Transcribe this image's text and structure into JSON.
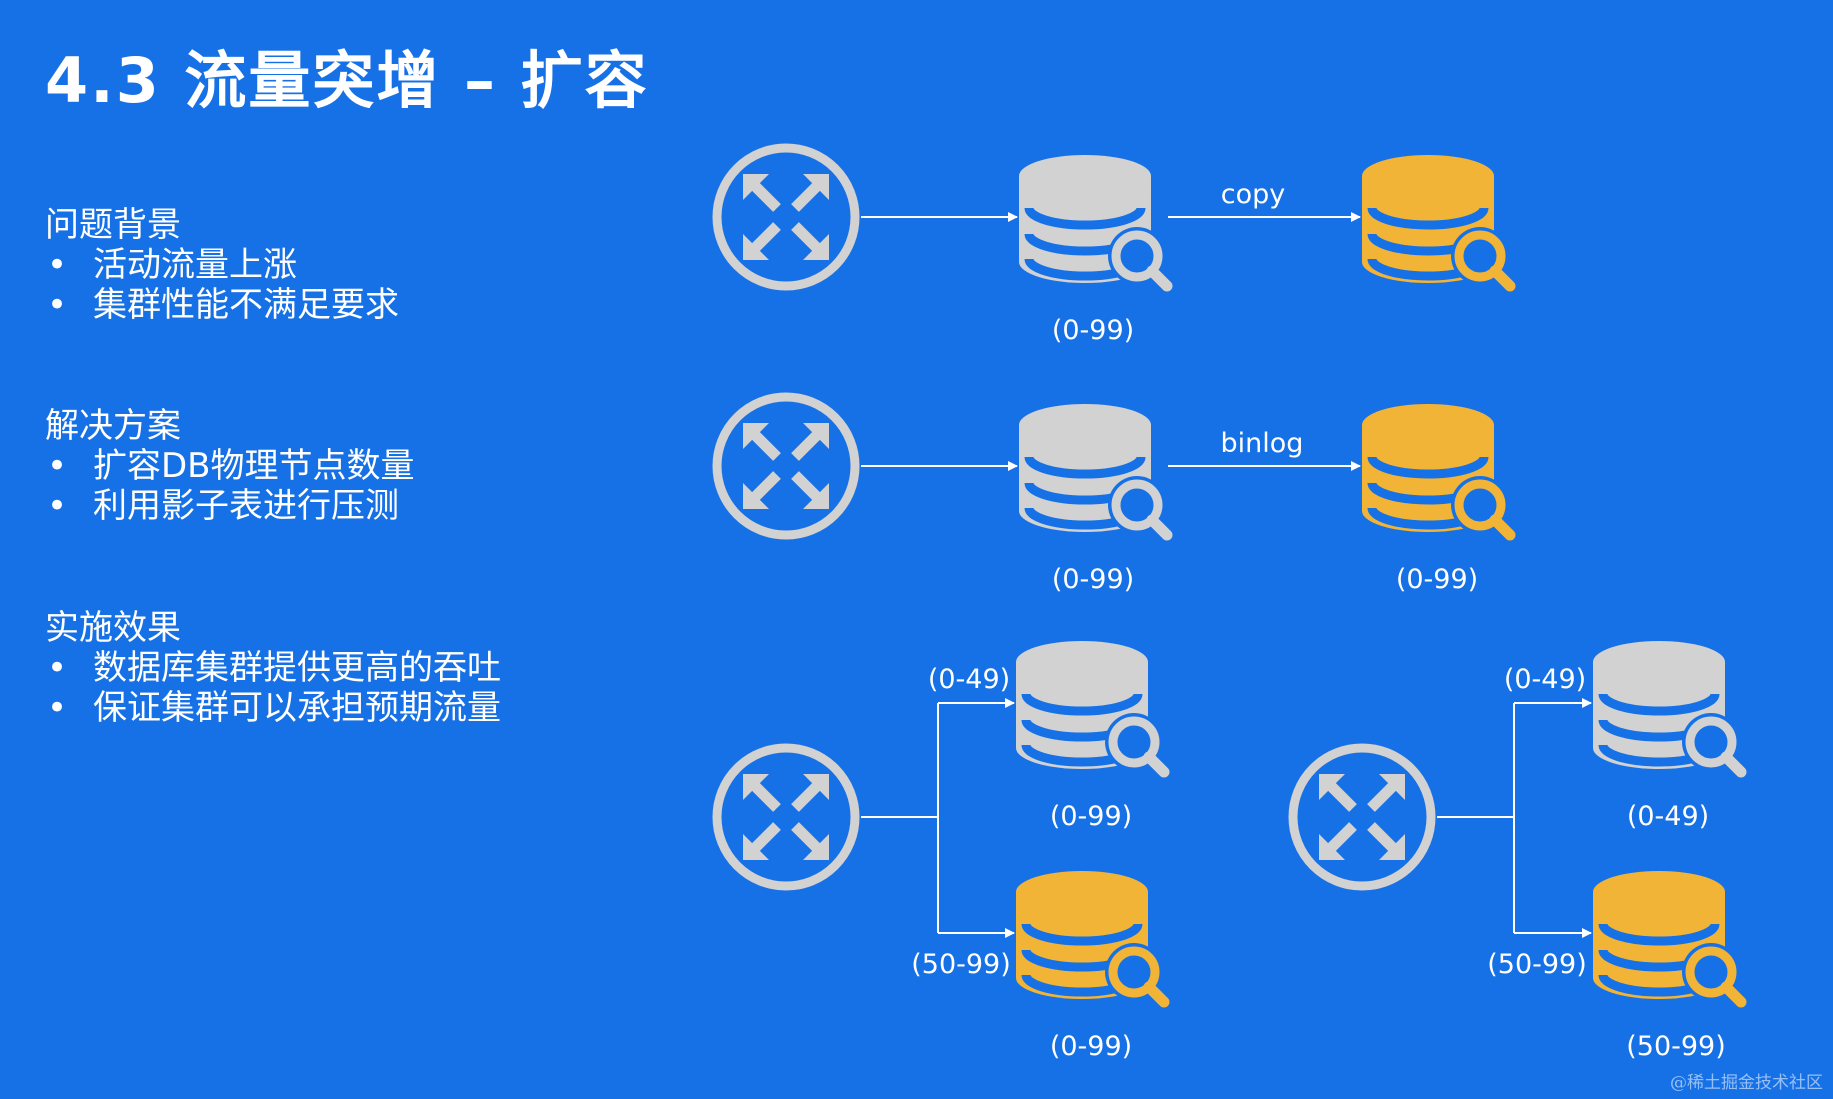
{
  "title": "4.3 流量突增 – 扩容",
  "sections": [
    {
      "heading": "问题背景",
      "bullets": [
        "活动流量上涨",
        "集群性能不满足要求"
      ]
    },
    {
      "heading": "解决方案",
      "bullets": [
        "扩容DB物理节点数量",
        "利用影子表进行压测"
      ]
    },
    {
      "heading": "实施效果",
      "bullets": [
        "数据库集群提供更高的吞吐",
        "保证集群可以承担预期流量"
      ]
    }
  ],
  "bullet_char": "•",
  "diagram": {
    "colors": {
      "gray_db": "#d2d2d2",
      "orange_db": "#f2b437",
      "router": "#d2d2d2",
      "line": "#ffffff"
    },
    "rows": [
      {
        "arrow_label": "copy",
        "gray_range": "(0-99)"
      },
      {
        "arrow_label": "binlog",
        "gray_range": "(0-99)",
        "orange_range": "(0-99)"
      },
      {
        "left": {
          "top_branch": "(0-49)",
          "bottom_branch": "(50-99)",
          "top_db_range": "(0-99)",
          "bottom_db_range": "(0-99)"
        },
        "right": {
          "top_branch": "(0-49)",
          "bottom_branch": "(50-99)",
          "top_db_range": "(0-49)",
          "bottom_db_range": "(50-99)"
        }
      }
    ]
  },
  "watermark": "@稀土掘金技术社区"
}
